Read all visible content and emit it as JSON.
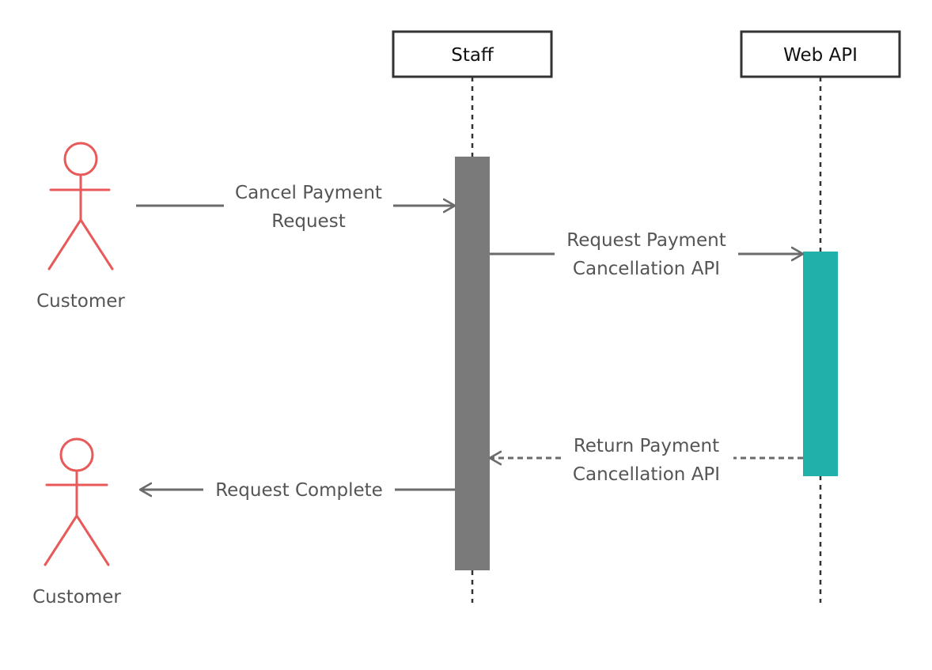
{
  "participants": {
    "staff": {
      "label": "Staff"
    },
    "web_api": {
      "label": "Web API"
    }
  },
  "actors": {
    "top": {
      "label": "Customer"
    },
    "bottom": {
      "label": "Customer"
    }
  },
  "messages": {
    "cancel_request": {
      "line1": "Cancel Payment",
      "line2": "Request"
    },
    "request_api": {
      "line1": "Request Payment",
      "line2": "Cancellation API"
    },
    "return_api": {
      "line1": "Return Payment",
      "line2": "Cancellation API"
    },
    "request_complete": {
      "line1": "Request Complete"
    }
  },
  "colors": {
    "actor": "#e85a5a",
    "staff_activation": "#7a7a7a",
    "api_activation": "#21b0aa",
    "line": "#6b6b6b",
    "header_border": "#333333"
  }
}
